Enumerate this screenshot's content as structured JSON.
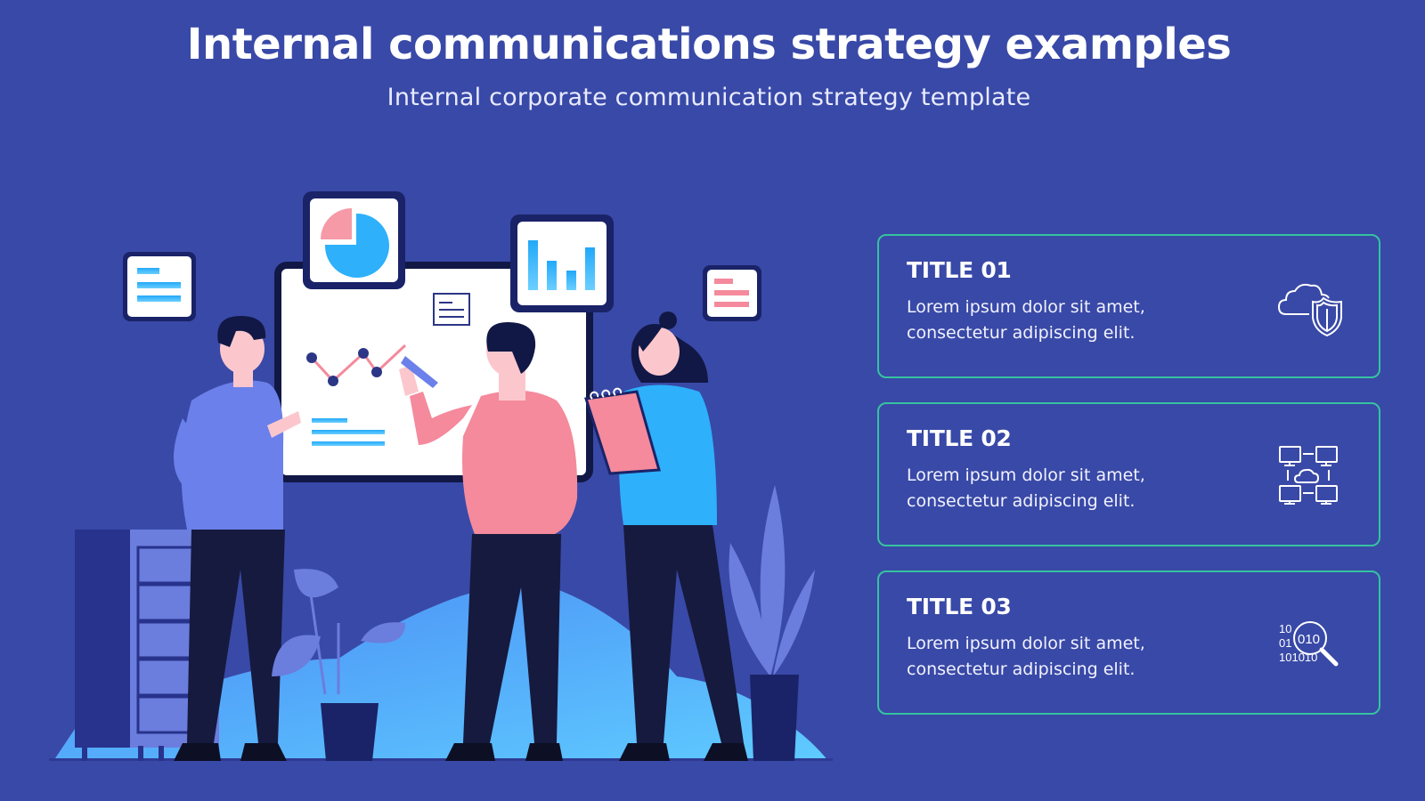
{
  "header": {
    "title": "Internal communications strategy examples",
    "subtitle": "Internal corporate communication strategy template"
  },
  "colors": {
    "background": "#3949a7",
    "card_border": "#35c3a0",
    "accent_blue": "#29aefc",
    "accent_pink": "#f48a9c",
    "dark_navy": "#111845"
  },
  "illustration": {
    "description": "Three people discussing charts on a whiteboard",
    "elements": [
      "whiteboard-with-line-chart",
      "pie-chart-card",
      "bar-chart-card",
      "text-card-blue",
      "text-card-pink",
      "filing-cabinet",
      "potted-plants"
    ]
  },
  "cards": [
    {
      "title": "TITLE 01",
      "body": "Lorem ipsum dolor sit amet, consectetur adipiscing elit.",
      "icon": "cloud-shield-icon"
    },
    {
      "title": "TITLE 02",
      "body": "Lorem ipsum dolor sit amet, consectetur adipiscing elit.",
      "icon": "network-computers-cloud-icon"
    },
    {
      "title": "TITLE 03",
      "body": "Lorem ipsum dolor sit amet, consectetur adipiscing elit.",
      "icon": "binary-search-icon"
    }
  ],
  "icon_text": {
    "binary_line1": "10",
    "binary_line2": "01",
    "binary_line3": "101010",
    "binary_lens": "010"
  }
}
